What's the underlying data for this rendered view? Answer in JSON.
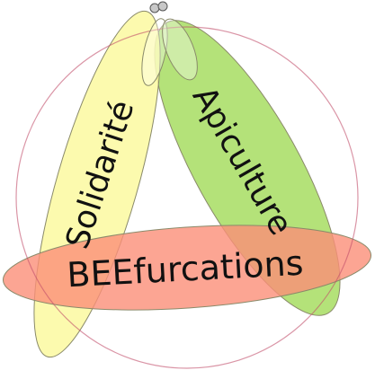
{
  "logo": {
    "left_petal_text": "Solidarité",
    "right_petal_text": "Apiculture",
    "bottom_petal_text": "BEEfurcations"
  },
  "colors": {
    "left_petal_fill": "#fbf897",
    "right_petal_fill": "#a4dc5c",
    "bottom_petal_fill": "#fb8e78",
    "circle_stroke": "#c24e6a",
    "petal_outline": "#8a8a6a",
    "bee_head": "#c8c8c8"
  }
}
